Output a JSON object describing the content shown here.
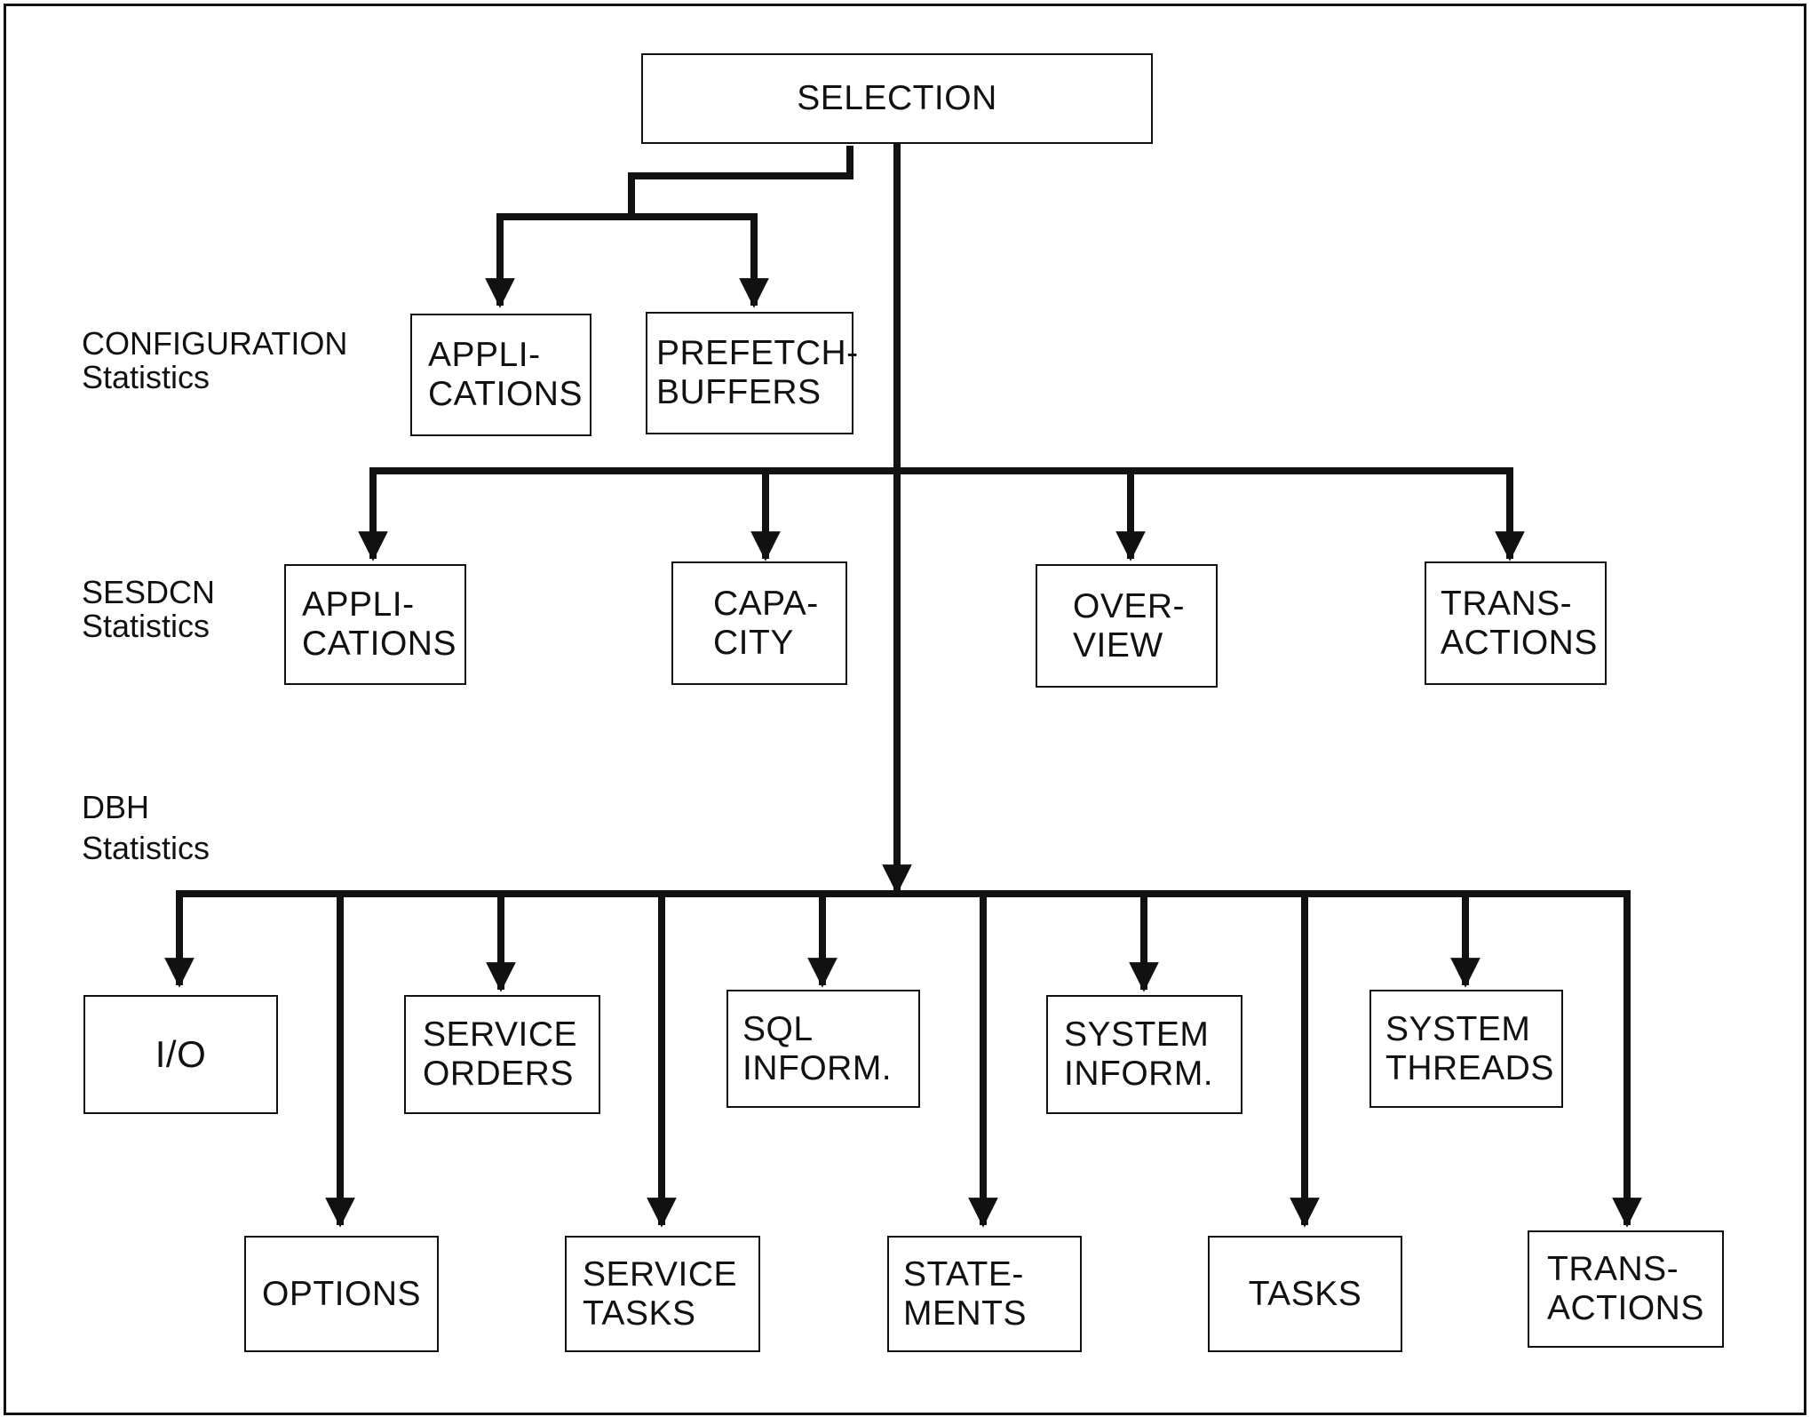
{
  "diagram": {
    "root": {
      "label": "SELECTION"
    },
    "groups": {
      "configuration": {
        "line1": "CONFIGURATION",
        "line2": "Statistics"
      },
      "sesdcn": {
        "line1": "SESDCN",
        "line2": "Statistics"
      },
      "dbh": {
        "line1": "DBH",
        "line2": "Statistics"
      }
    },
    "nodes": {
      "config_applications": "APPLI-\nCATIONS",
      "config_prefetch_buffers": "PREFETCH-\nBUFFERS",
      "sesdcn_applications": "APPLI-\nCATIONS",
      "sesdcn_capacity": "CAPA-\nCITY",
      "sesdcn_overview": "OVER-\nVIEW",
      "sesdcn_transactions": "TRANS-\nACTIONS",
      "dbh_io": "I/O",
      "dbh_options": "OPTIONS",
      "dbh_service_orders": "SERVICE\nORDERS",
      "dbh_service_tasks": "SERVICE\nTASKS",
      "dbh_sql_inform": "SQL\nINFORM.",
      "dbh_statements": "STATE-\nMENTS",
      "dbh_system_inform": "SYSTEM\nINFORM.",
      "dbh_tasks": "TASKS",
      "dbh_system_threads": "SYSTEM\nTHREADS",
      "dbh_transactions": "TRANS-\nACTIONS"
    }
  }
}
